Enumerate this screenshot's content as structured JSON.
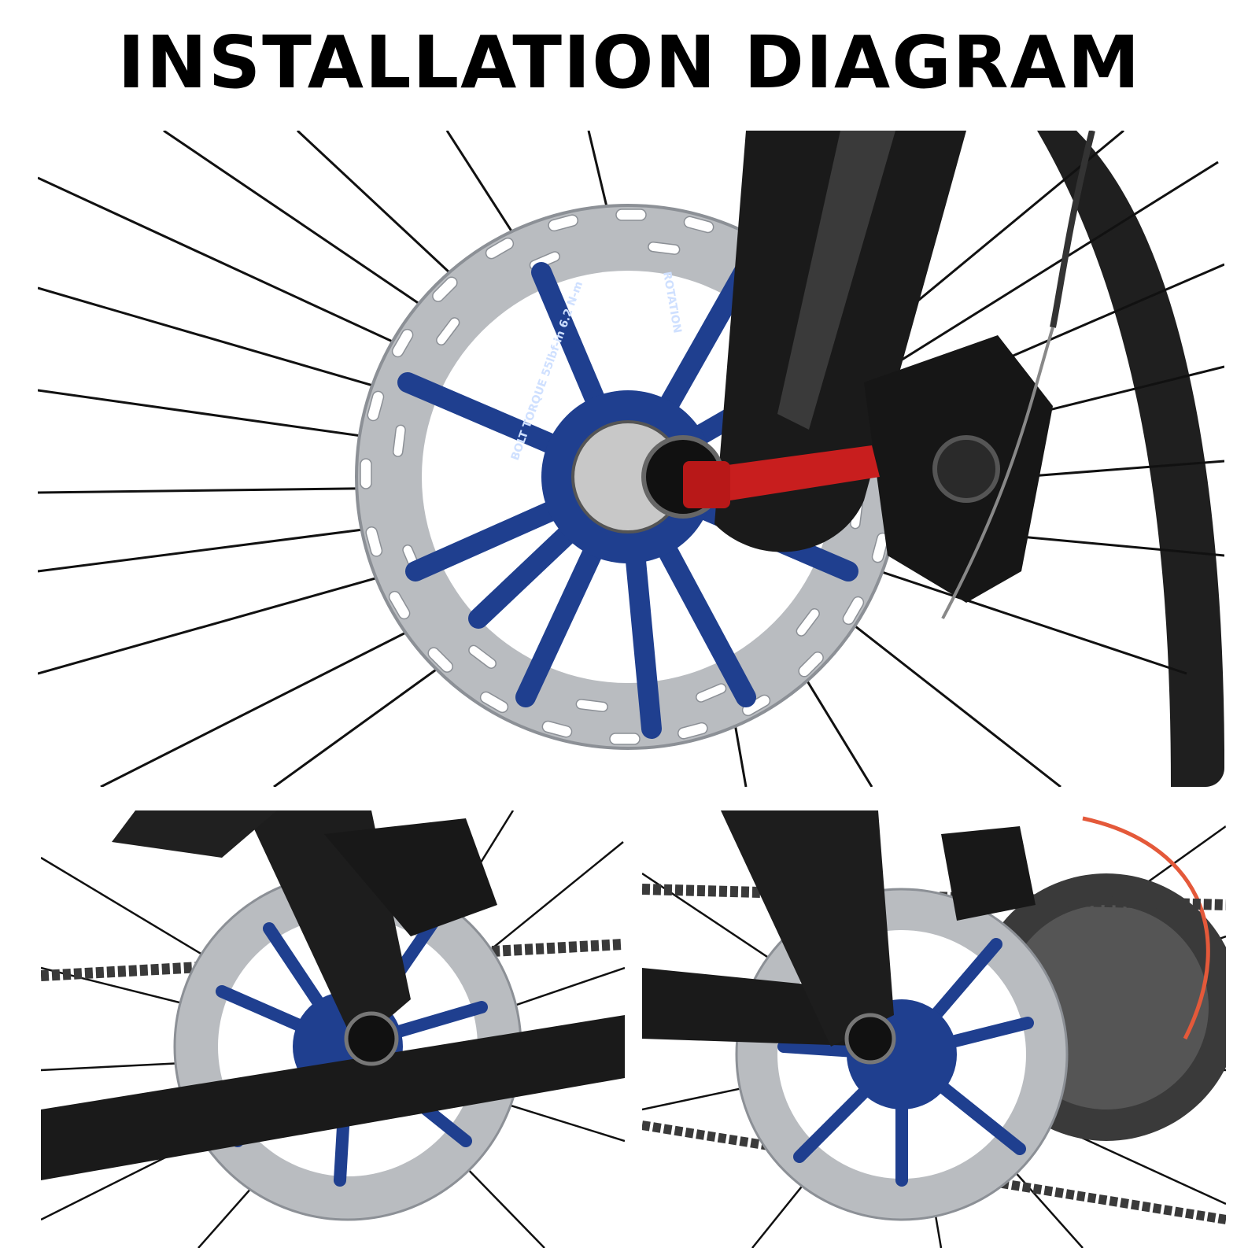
{
  "header": {
    "title": "INSTALLATION DIAGRAM"
  },
  "panels": {
    "top": {
      "rotor_text_1": "BOLT TORQUE 55lbf-in 6.2 N-m",
      "rotor_text_2": "ROTATION"
    }
  },
  "colors": {
    "rotor_steel": "#b9bcc0",
    "rotor_spider": "#1f3f8f",
    "frame": "#1a1a1a",
    "quick_release": "#c81e1e",
    "cable_orange": "#e4593a",
    "tire": "#222222"
  }
}
